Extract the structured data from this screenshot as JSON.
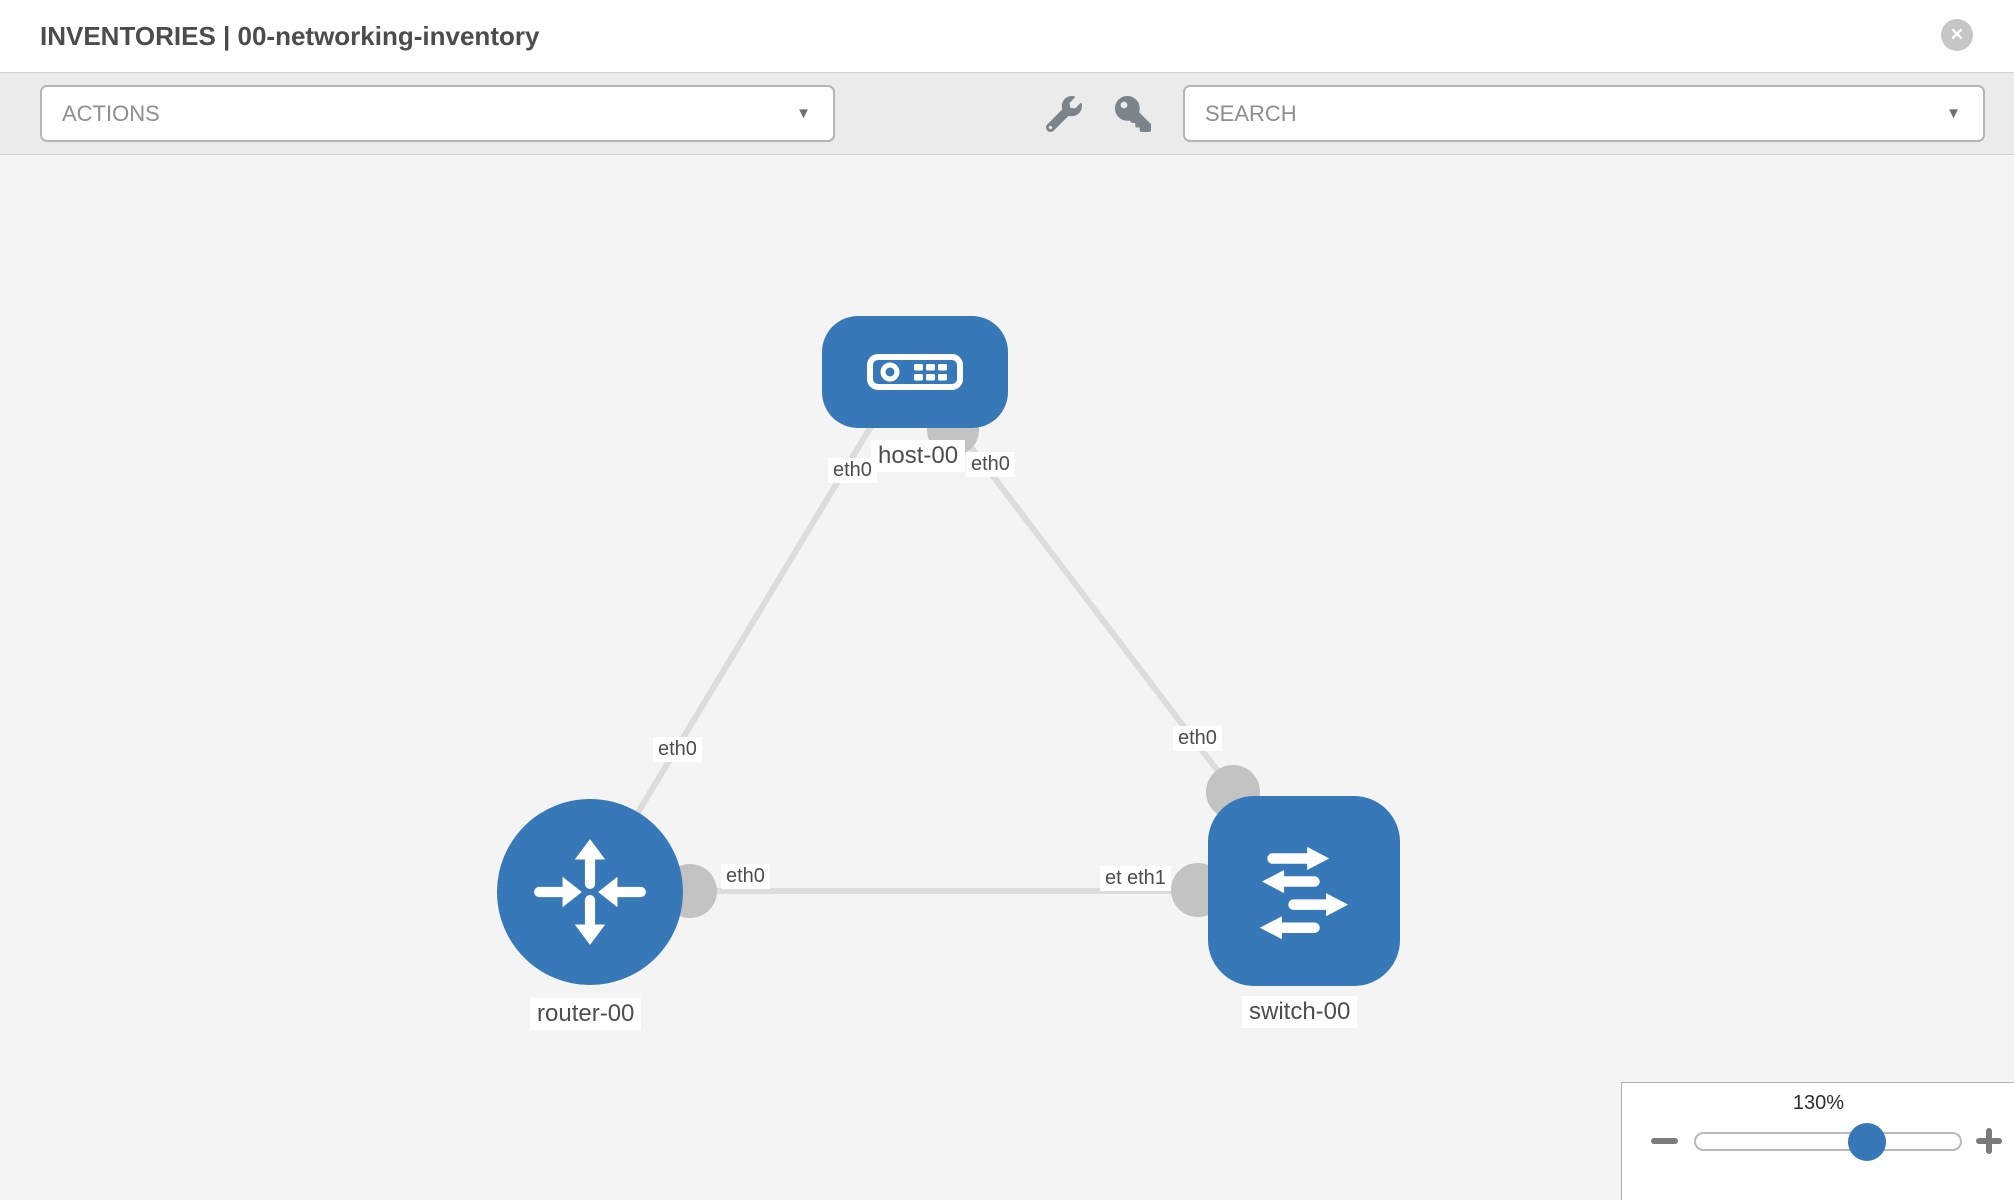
{
  "header": {
    "title": "INVENTORIES | 00-networking-inventory"
  },
  "icons": {
    "close": "✕",
    "caret": "▼",
    "toolbar_icons": [
      "wrench-icon",
      "key-icon"
    ],
    "zoom_icons": [
      "minus-icon",
      "plus-icon"
    ]
  },
  "toolbar": {
    "actions_label": "ACTIONS",
    "search_label": "SEARCH"
  },
  "canvas": {
    "nodes": [
      {
        "id": "host-00",
        "label": "host-00",
        "type": "host"
      },
      {
        "id": "router-00",
        "label": "router-00",
        "type": "router"
      },
      {
        "id": "switch-00",
        "label": "switch-00",
        "type": "switch"
      }
    ],
    "links": [
      {
        "from": "router-00",
        "from_interface": "eth0",
        "to": "host-00",
        "to_interface": "eth0"
      },
      {
        "from": "host-00",
        "from_interface": "eth0",
        "to": "switch-00",
        "to_interface": "eth0"
      },
      {
        "from": "router-00",
        "from_interface": "eth0",
        "to": "switch-00",
        "to_interface": "eth1"
      }
    ],
    "interface_chips": [
      {
        "text": "eth0",
        "position": "host-end-of-router-link"
      },
      {
        "text": "eth0",
        "position": "host-end-of-switch-link"
      },
      {
        "text": "eth0",
        "position": "middle-of-router-host-link"
      },
      {
        "text": "eth0",
        "position": "middle-of-host-switch-link"
      },
      {
        "text": "eth0",
        "position": "router-end-of-router-switch-link"
      },
      {
        "text": "eth1",
        "position": "switch-end-of-router-switch-link-back"
      },
      {
        "text": "eth1",
        "position": "switch-end-of-router-switch-link-front"
      }
    ]
  },
  "zoom_control": {
    "level": "130%"
  },
  "colors": {
    "node_blue": "#3778b9",
    "link_gray": "#dcdcdc",
    "endpoint_gray": "#c3c3c3",
    "canvas_bg": "#f4f4f4",
    "toolbar_bg": "#ebebeb",
    "chip_text": "#4d4d4d",
    "title_text": "#4c4c4c"
  }
}
